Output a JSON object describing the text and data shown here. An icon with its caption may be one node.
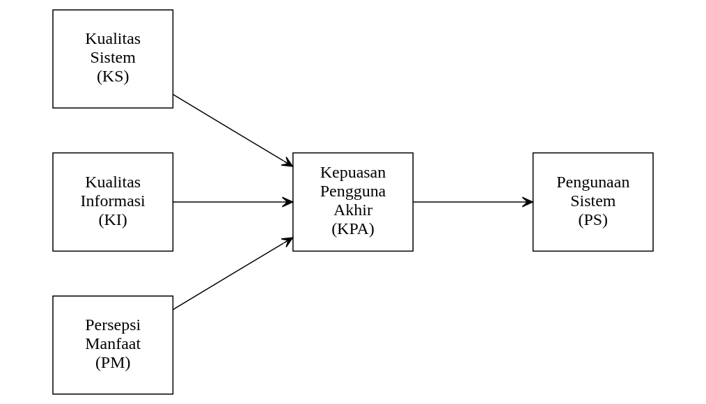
{
  "diagram": {
    "nodes": [
      {
        "text": [
          "Kualitas Sistem (KS)"
        ]
      },
      {
        "text": [
          "Kualitas Informasi (KI)"
        ]
      },
      {
        "text": [
          "Persepsi Manfaat (PM)"
        ]
      },
      {
        "text": [
          "Kepuasan Pengguna Akhir (KPA)"
        ]
      },
      {
        "text": [
          "Pengunaan Sistem (PS)"
        ]
      }
    ],
    "edges": [
      {
        "from": 0,
        "to": 3,
        "arrow": "to"
      },
      {
        "from": 1,
        "to": 3,
        "arrow": "to"
      },
      {
        "from": 2,
        "to": 3,
        "arrow": "to"
      },
      {
        "from": 3,
        "to": 4,
        "arrow": "to"
      }
    ]
  }
}
